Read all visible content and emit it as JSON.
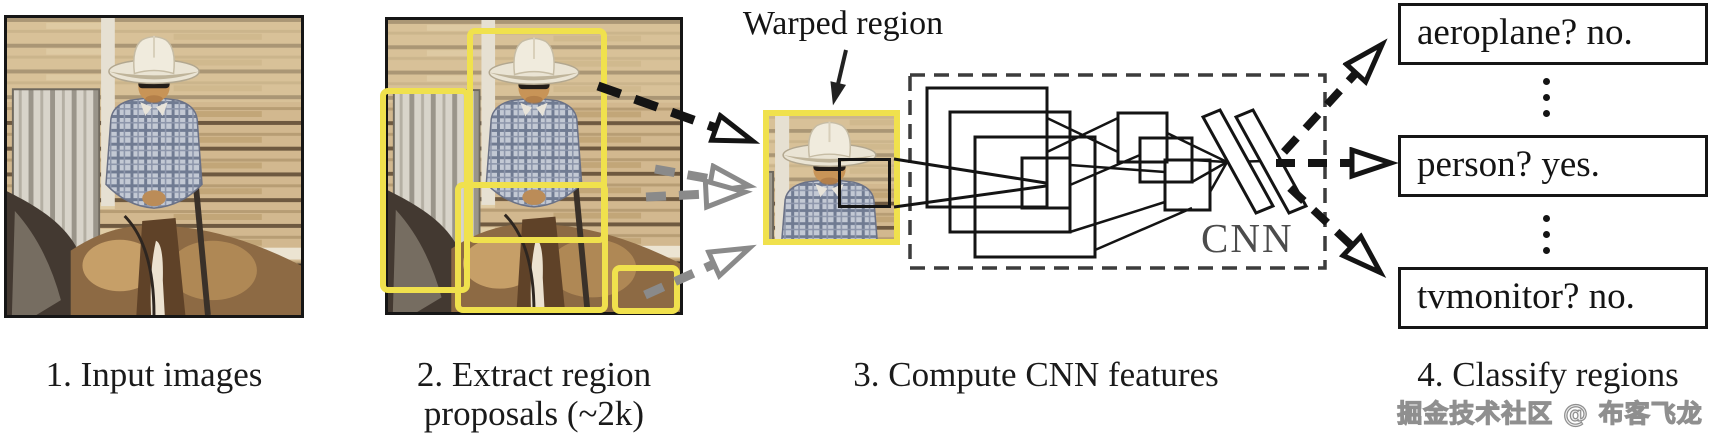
{
  "figure": {
    "background": "#ffffff",
    "pipeline": {
      "stage1": {
        "caption": "1. Input images"
      },
      "stage2": {
        "caption_line1": "2. Extract region",
        "caption_line2": "proposals (~2k)"
      },
      "stage3": {
        "caption": "3. Compute CNN features"
      },
      "stage4": {
        "caption": "4. Classify regions"
      }
    },
    "warped_region": {
      "label": "Warped region"
    },
    "cnn": {
      "label": "CNN"
    },
    "classifications": [
      {
        "label": "aeroplane? no."
      },
      {
        "label": "person? yes."
      },
      {
        "label": "tvmonitor? no."
      }
    ],
    "watermark": {
      "text": "掘金技术社区 @ 布客飞龙"
    },
    "icons": {
      "vertical_ellipsis": "⋮",
      "open_arrowhead": "▷",
      "solid_arrowhead": "▼"
    },
    "colors": {
      "region_box_yellow": "#f0e14d",
      "ink": "#141414",
      "gray_arrow": "#8a8a8a",
      "cnn_label": "#4c4c4c",
      "watermark_outline": "#8f8f8f"
    }
  }
}
